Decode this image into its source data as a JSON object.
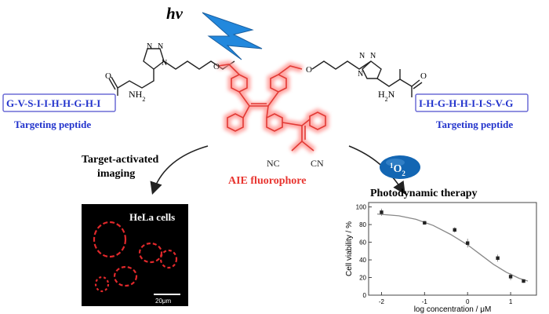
{
  "light": "hv",
  "peptide_left": "G-V-S-I-I-H-H-G-H-I",
  "peptide_right": "I-H-G-H-H-I-I-S-V-G",
  "peptide_label_left": "Targeting peptide",
  "peptide_label_right": "Targeting peptide",
  "nh2_left": "NH",
  "nh2_right": "H",
  "sub2": "2",
  "atom_o": "O",
  "atom_n": "N",
  "nc_label": "NC",
  "cn_label": "CN",
  "fluorophore_label": "AIE fluorophore",
  "imaging_line1": "Target-activated",
  "imaging_line2": "imaging",
  "singlet_oxygen_sup": "1",
  "singlet_oxygen_o": "O",
  "singlet_oxygen_sub": "2",
  "pdt_label": "Photodynamic therapy",
  "micrograph_label": "HeLa cells",
  "scale_bar": "20μm",
  "colors": {
    "peptide": "#2233cc",
    "fluorophore": "#e8342f",
    "glow": "#ff6a66",
    "bolt": "#2288dd",
    "oxygen_badge": "#1366b3",
    "cell_stain": "#e0282b"
  },
  "chart_data": {
    "type": "scatter",
    "xlabel": "log concentration / μM",
    "ylabel": "Cell viability / %",
    "xlim": [
      -2.3,
      1.6
    ],
    "ylim": [
      0,
      105
    ],
    "xticks": [
      -2,
      -1,
      0,
      1
    ],
    "yticks": [
      0,
      20,
      40,
      60,
      80,
      100
    ],
    "x": [
      -2,
      -1,
      -0.3,
      0,
      0.7,
      1.0,
      1.3
    ],
    "y": [
      94,
      82,
      74,
      59,
      42,
      21,
      16
    ],
    "err": [
      4,
      2,
      3,
      5,
      4,
      4,
      2
    ],
    "fit_x": [
      -2.1,
      -1.6,
      -1.2,
      -0.8,
      -0.4,
      0,
      0.3,
      0.6,
      0.9,
      1.2,
      1.4
    ],
    "fit_y": [
      92,
      90,
      86,
      79,
      69,
      57,
      46,
      35,
      26,
      19,
      16
    ]
  }
}
